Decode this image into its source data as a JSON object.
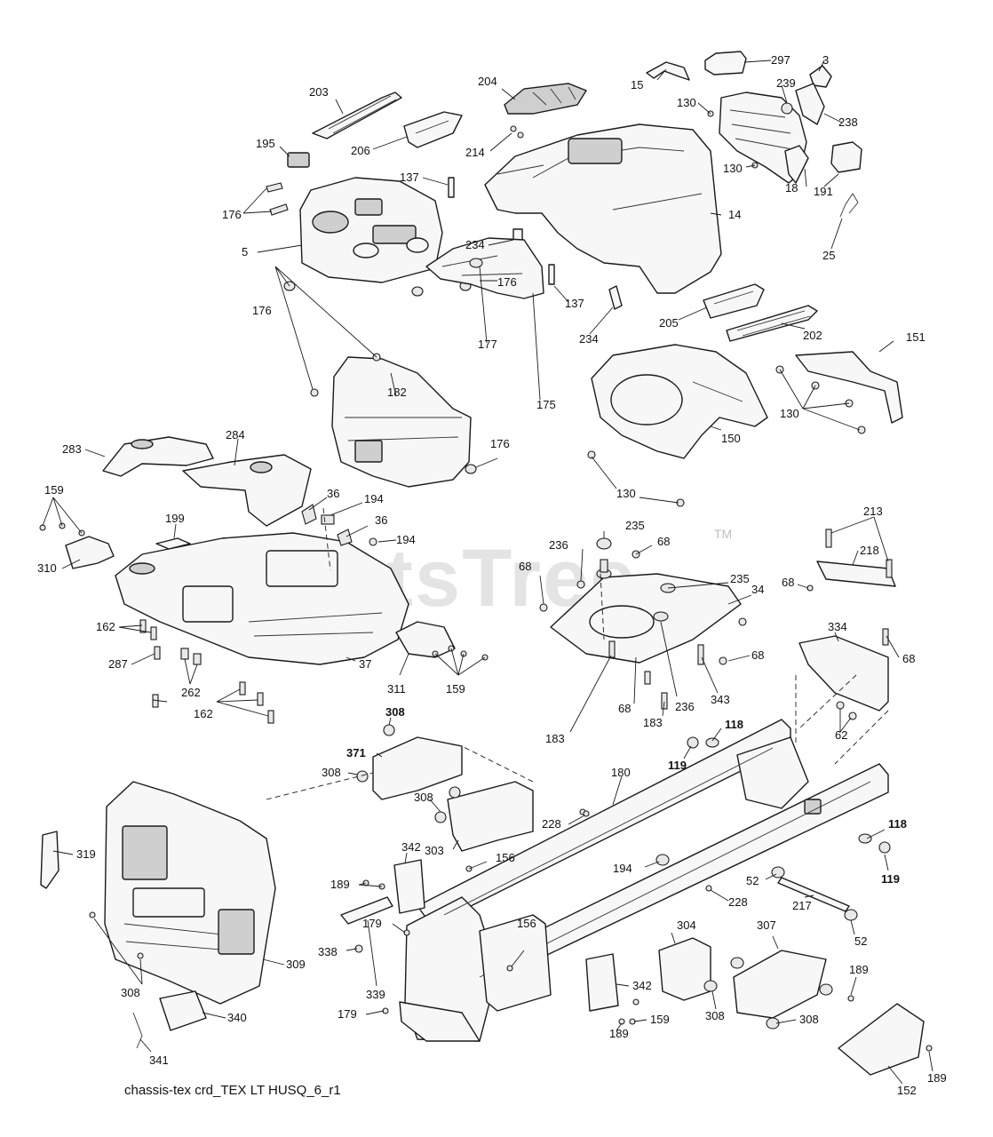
{
  "watermark": {
    "text": "PartsTree",
    "tm": "TM"
  },
  "footer": {
    "drawing_id": "chassis-tex crd_TEX LT HUSQ_6_r1"
  },
  "callouts": {
    "c_203": "203",
    "c_204": "204",
    "c_206": "206",
    "c_195": "195",
    "c_214": "214",
    "c_176a": "176",
    "c_5": "5",
    "c_137a": "137",
    "c_234a": "234",
    "c_137b": "137",
    "c_234b": "234",
    "c_176b": "176",
    "c_176c": "176",
    "c_177": "177",
    "c_175": "175",
    "c_182": "182",
    "c_176d": "176",
    "c_15": "15",
    "c_297": "297",
    "c_3": "3",
    "c_130a": "130",
    "c_239": "239",
    "c_238": "238",
    "c_130b": "130",
    "c_191": "191",
    "c_18": "18",
    "c_14": "14",
    "c_25": "25",
    "c_205": "205",
    "c_202": "202",
    "c_151": "151",
    "c_130c": "130",
    "c_150": "150",
    "c_130d": "130",
    "c_283": "283",
    "c_284": "284",
    "c_159a": "159",
    "c_310": "310",
    "c_199": "199",
    "c_36a": "36",
    "c_194a": "194",
    "c_36b": "36",
    "c_194b": "194",
    "c_162a": "162",
    "c_287": "287",
    "c_262": "262",
    "c_162b": "162",
    "c_37": "37",
    "c_311": "311",
    "c_159b": "159",
    "c_235a": "235",
    "c_236a": "236",
    "c_68a": "68",
    "c_68b": "68",
    "c_235b": "235",
    "c_34": "34",
    "c_183a": "183",
    "c_68c": "68",
    "c_236b": "236",
    "c_343": "343",
    "c_68d": "68",
    "c_183b": "183",
    "c_213": "213",
    "c_218": "218",
    "c_68e": "68",
    "c_68f": "68",
    "c_334": "334",
    "c_62": "62",
    "c_308a": "308",
    "c_371": "371",
    "c_308b": "308",
    "c_308c": "308",
    "c_303": "303",
    "c_180": "180",
    "c_228a": "228",
    "c_118a": "118",
    "c_119a": "119",
    "c_118b": "118",
    "c_119b": "119",
    "c_194c": "194",
    "c_52a": "52",
    "c_217": "217",
    "c_52b": "52",
    "c_228b": "228",
    "c_319": "319",
    "c_309": "309",
    "c_308d": "308",
    "c_340": "340",
    "c_341": "341",
    "c_342a": "342",
    "c_189a": "189",
    "c_156a": "156",
    "c_179a": "179",
    "c_338": "338",
    "c_339": "339",
    "c_179b": "179",
    "c_156b": "156",
    "c_304": "304",
    "c_307": "307",
    "c_342b": "342",
    "c_308e": "308",
    "c_308f": "308",
    "c_159c": "159",
    "c_189b": "189",
    "c_189c": "189",
    "c_152": "152",
    "c_189d": "189"
  }
}
